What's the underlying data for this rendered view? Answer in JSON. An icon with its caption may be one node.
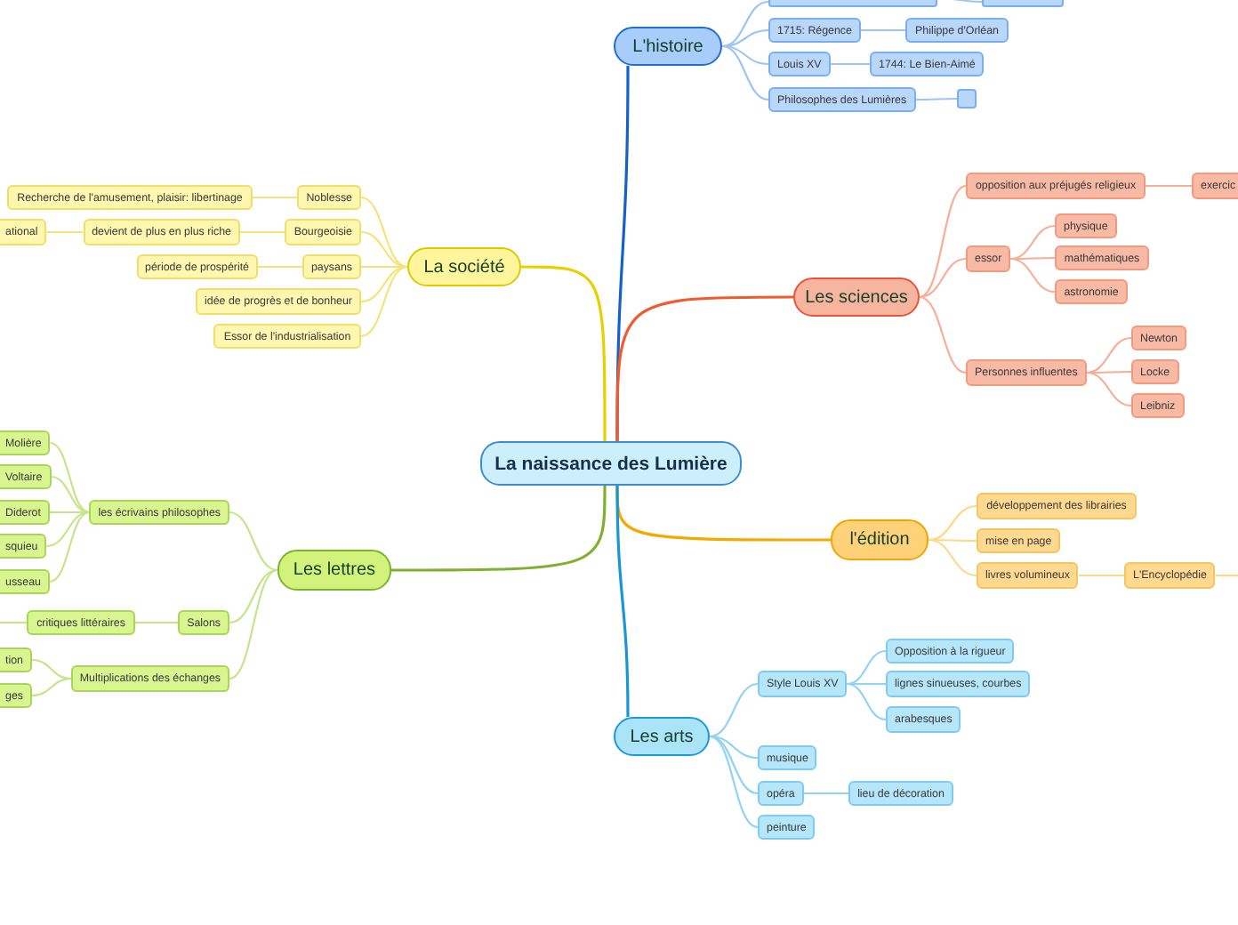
{
  "diagram": {
    "nodes": [
      {
        "text": [
          "La naissance des Lumière"
        ]
      },
      {
        "text": [
          "L'histoire"
        ]
      },
      {
        "text": [],
        "shape": "box"
      },
      {
        "text": [],
        "shape": "box"
      },
      {
        "text": [
          "1715: Régence"
        ]
      },
      {
        "text": [
          "Philippe d'Orléan"
        ]
      },
      {
        "text": [
          "Louis XV"
        ]
      },
      {
        "text": [
          "1744: Le Bien-Aimé"
        ]
      },
      {
        "text": [
          "Philosophes des Lumières"
        ]
      },
      {
        "text": [],
        "shape": "box"
      },
      {
        "text": [
          "Les sciences"
        ]
      },
      {
        "text": [
          "opposition aux préjugés religieux"
        ]
      },
      {
        "text": [
          "exercic"
        ]
      },
      {
        "text": [
          "essor"
        ]
      },
      {
        "text": [
          "physique"
        ]
      },
      {
        "text": [
          "mathématiques"
        ]
      },
      {
        "text": [
          "astronomie"
        ]
      },
      {
        "text": [
          "Personnes influentes"
        ]
      },
      {
        "text": [
          "Newton"
        ]
      },
      {
        "text": [
          "Locke"
        ]
      },
      {
        "text": [
          "Leibniz"
        ]
      },
      {
        "text": [
          "La société"
        ]
      },
      {
        "text": [
          "Noblesse"
        ]
      },
      {
        "text": [
          "Recherche de l'amusement, plaisir: libertinage"
        ]
      },
      {
        "text": [
          "Bourgeoisie"
        ]
      },
      {
        "text": [
          "devient de plus en plus riche"
        ]
      },
      {
        "text": [
          "ational"
        ]
      },
      {
        "text": [
          "paysans"
        ]
      },
      {
        "text": [
          "période de prospérité"
        ]
      },
      {
        "text": [
          "idée de progrès et de bonheur"
        ]
      },
      {
        "text": [
          "Essor de l'industrialisation"
        ]
      },
      {
        "text": [
          "l'édition"
        ]
      },
      {
        "text": [
          "développement des librairies"
        ]
      },
      {
        "text": [
          "mise en page"
        ]
      },
      {
        "text": [
          "livres volumineux"
        ]
      },
      {
        "text": [
          "L'Encyclopédie"
        ]
      },
      {
        "text": [
          "Les lettres"
        ]
      },
      {
        "text": [
          "les écrivains philosophes"
        ]
      },
      {
        "text": [
          "Molière"
        ]
      },
      {
        "text": [
          "Voltaire"
        ]
      },
      {
        "text": [
          "Diderot"
        ]
      },
      {
        "text": [
          "squieu"
        ]
      },
      {
        "text": [
          "usseau"
        ]
      },
      {
        "text": [
          "Salons"
        ]
      },
      {
        "text": [
          "critiques littéraires"
        ]
      },
      {
        "text": [
          "Multiplications des échanges"
        ]
      },
      {
        "text": [
          "tion"
        ]
      },
      {
        "text": [
          "ges"
        ]
      },
      {
        "text": [
          "Les arts"
        ]
      },
      {
        "text": [
          "Style Louis XV"
        ]
      },
      {
        "text": [
          "Opposition à la rigueur"
        ]
      },
      {
        "text": [
          "lignes sinueuses, courbes"
        ]
      },
      {
        "text": [
          "arabesques"
        ]
      },
      {
        "text": [
          "musique"
        ]
      },
      {
        "text": [
          "opéra"
        ]
      },
      {
        "text": [
          "lieu de décoration"
        ]
      },
      {
        "text": [
          "peinture"
        ]
      }
    ],
    "edges": [
      {
        "from": 0,
        "to": 1,
        "arrow": "none",
        "color": "#1560c9"
      },
      {
        "from": 0,
        "to": 10,
        "arrow": "none",
        "color": "#f25a2c"
      },
      {
        "from": 0,
        "to": 21,
        "arrow": "none",
        "color": "#e8cf00"
      },
      {
        "from": 0,
        "to": 31,
        "arrow": "none",
        "color": "#f5a800"
      },
      {
        "from": 0,
        "to": 36,
        "arrow": "none",
        "color": "#7fb02e"
      },
      {
        "from": 0,
        "to": 48,
        "arrow": "none",
        "color": "#1a96d8"
      },
      {
        "from": 1,
        "to": 2,
        "arrow": "none",
        "color": "#9cc4f5"
      },
      {
        "from": 2,
        "to": 3,
        "arrow": "none",
        "color": "#9cc4f5"
      },
      {
        "from": 1,
        "to": 4,
        "arrow": "none",
        "color": "#9cc4f5"
      },
      {
        "from": 4,
        "to": 5,
        "arrow": "none",
        "color": "#9cc4f5"
      },
      {
        "from": 1,
        "to": 6,
        "arrow": "none",
        "color": "#9cc4f5"
      },
      {
        "from": 6,
        "to": 7,
        "arrow": "none",
        "color": "#9cc4f5"
      },
      {
        "from": 1,
        "to": 8,
        "arrow": "none",
        "color": "#9cc4f5"
      },
      {
        "from": 8,
        "to": 9,
        "arrow": "none",
        "color": "#9cc4f5"
      },
      {
        "from": 10,
        "to": 11,
        "arrow": "none",
        "color": "#f7ad97"
      },
      {
        "from": 11,
        "to": 12,
        "arrow": "none",
        "color": "#f7ad97"
      },
      {
        "from": 10,
        "to": 13,
        "arrow": "none",
        "color": "#f7ad97"
      },
      {
        "from": 13,
        "to": 14,
        "arrow": "none",
        "color": "#f7ad97"
      },
      {
        "from": 13,
        "to": 15,
        "arrow": "none",
        "color": "#f7ad97"
      },
      {
        "from": 13,
        "to": 16,
        "arrow": "none",
        "color": "#f7ad97"
      },
      {
        "from": 10,
        "to": 17,
        "arrow": "none",
        "color": "#f7ad97"
      },
      {
        "from": 17,
        "to": 18,
        "arrow": "none",
        "color": "#f7ad97"
      },
      {
        "from": 17,
        "to": 19,
        "arrow": "none",
        "color": "#f7ad97"
      },
      {
        "from": 17,
        "to": 20,
        "arrow": "none",
        "color": "#f7ad97"
      },
      {
        "from": 21,
        "to": 22,
        "arrow": "none",
        "color": "#f5e37a"
      },
      {
        "from": 22,
        "to": 23,
        "arrow": "none",
        "color": "#f5e37a"
      },
      {
        "from": 21,
        "to": 24,
        "arrow": "none",
        "color": "#f5e37a"
      },
      {
        "from": 24,
        "to": 25,
        "arrow": "none",
        "color": "#f5e37a"
      },
      {
        "from": 25,
        "to": 26,
        "arrow": "none",
        "color": "#f5e37a"
      },
      {
        "from": 21,
        "to": 27,
        "arrow": "none",
        "color": "#f5e37a"
      },
      {
        "from": 27,
        "to": 28,
        "arrow": "none",
        "color": "#f5e37a"
      },
      {
        "from": 21,
        "to": 29,
        "arrow": "none",
        "color": "#f5e37a"
      },
      {
        "from": 21,
        "to": 30,
        "arrow": "none",
        "color": "#f5e37a"
      },
      {
        "from": 31,
        "to": 32,
        "arrow": "none",
        "color": "#fcd98a"
      },
      {
        "from": 31,
        "to": 33,
        "arrow": "none",
        "color": "#fcd98a"
      },
      {
        "from": 31,
        "to": 34,
        "arrow": "none",
        "color": "#fcd98a"
      },
      {
        "from": 34,
        "to": 35,
        "arrow": "none",
        "color": "#fcd98a"
      },
      {
        "from": 35,
        "to": null,
        "arrow": "none",
        "color": "#fcd98a"
      },
      {
        "from": 36,
        "to": 37,
        "arrow": "none",
        "color": "#c6e58b"
      },
      {
        "from": 37,
        "to": 38,
        "arrow": "none",
        "color": "#c6e58b"
      },
      {
        "from": 37,
        "to": 39,
        "arrow": "none",
        "color": "#c6e58b"
      },
      {
        "from": 37,
        "to": 40,
        "arrow": "none",
        "color": "#c6e58b"
      },
      {
        "from": 37,
        "to": 41,
        "arrow": "none",
        "color": "#c6e58b"
      },
      {
        "from": 37,
        "to": 42,
        "arrow": "none",
        "color": "#c6e58b"
      },
      {
        "from": 36,
        "to": 43,
        "arrow": "none",
        "color": "#c6e58b"
      },
      {
        "from": 43,
        "to": 44,
        "arrow": "none",
        "color": "#c6e58b"
      },
      {
        "from": 44,
        "to": null,
        "arrow": "none",
        "color": "#c6e58b"
      },
      {
        "from": 36,
        "to": 45,
        "arrow": "none",
        "color": "#c6e58b"
      },
      {
        "from": 45,
        "to": 46,
        "arrow": "none",
        "color": "#c6e58b"
      },
      {
        "from": 45,
        "to": 47,
        "arrow": "none",
        "color": "#c6e58b"
      },
      {
        "from": 48,
        "to": 49,
        "arrow": "none",
        "color": "#93d3f2"
      },
      {
        "from": 49,
        "to": 50,
        "arrow": "none",
        "color": "#93d3f2"
      },
      {
        "from": 49,
        "to": 51,
        "arrow": "none",
        "color": "#93d3f2"
      },
      {
        "from": 49,
        "to": 52,
        "arrow": "none",
        "color": "#93d3f2"
      },
      {
        "from": 48,
        "to": 53,
        "arrow": "none",
        "color": "#93d3f2"
      },
      {
        "from": 48,
        "to": 54,
        "arrow": "none",
        "color": "#93d3f2"
      },
      {
        "from": 54,
        "to": 55,
        "arrow": "none",
        "color": "#93d3f2"
      },
      {
        "from": 48,
        "to": 56,
        "arrow": "none",
        "color": "#93d3f2"
      }
    ]
  }
}
